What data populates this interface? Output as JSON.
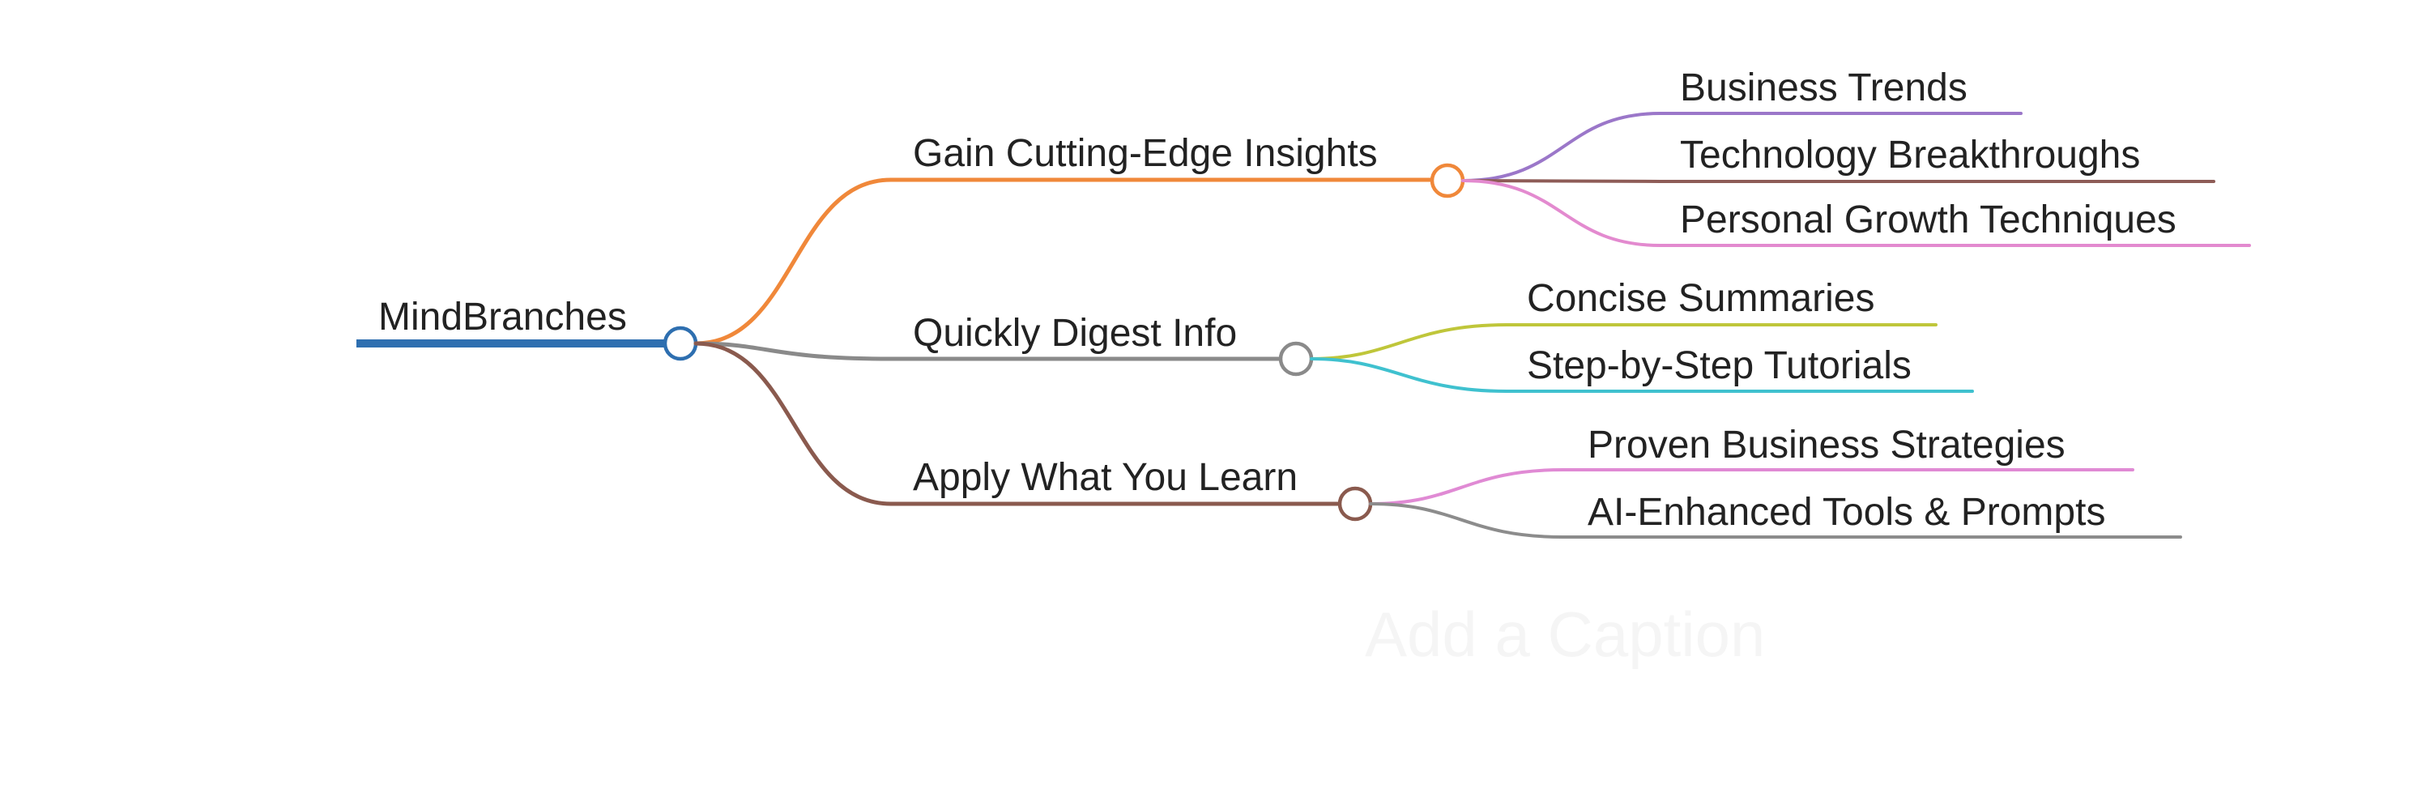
{
  "root": {
    "label": "MindBranches",
    "color": "#2E6FB0"
  },
  "branches": [
    {
      "label": "Gain Cutting-Edge Insights",
      "color": "#F0883A",
      "children": [
        {
          "label": "Business Trends",
          "color": "#9B77C9"
        },
        {
          "label": "Technology Breakthroughs",
          "color": "#8E5C57"
        },
        {
          "label": "Personal Growth Techniques",
          "color": "#E38ACF"
        }
      ]
    },
    {
      "label": "Quickly Digest Info",
      "color": "#8A8A8A",
      "children": [
        {
          "label": "Concise Summaries",
          "color": "#BFC63A"
        },
        {
          "label": "Step-by-Step Tutorials",
          "color": "#3FC1CF"
        }
      ]
    },
    {
      "label": "Apply What You Learn",
      "color": "#8A5A4E",
      "children": [
        {
          "label": "Proven Business Strategies",
          "color": "#E08AD4"
        },
        {
          "label": "AI-Enhanced Tools & Prompts",
          "color": "#8C8C8C"
        }
      ]
    }
  ],
  "caption": "Add a Caption"
}
